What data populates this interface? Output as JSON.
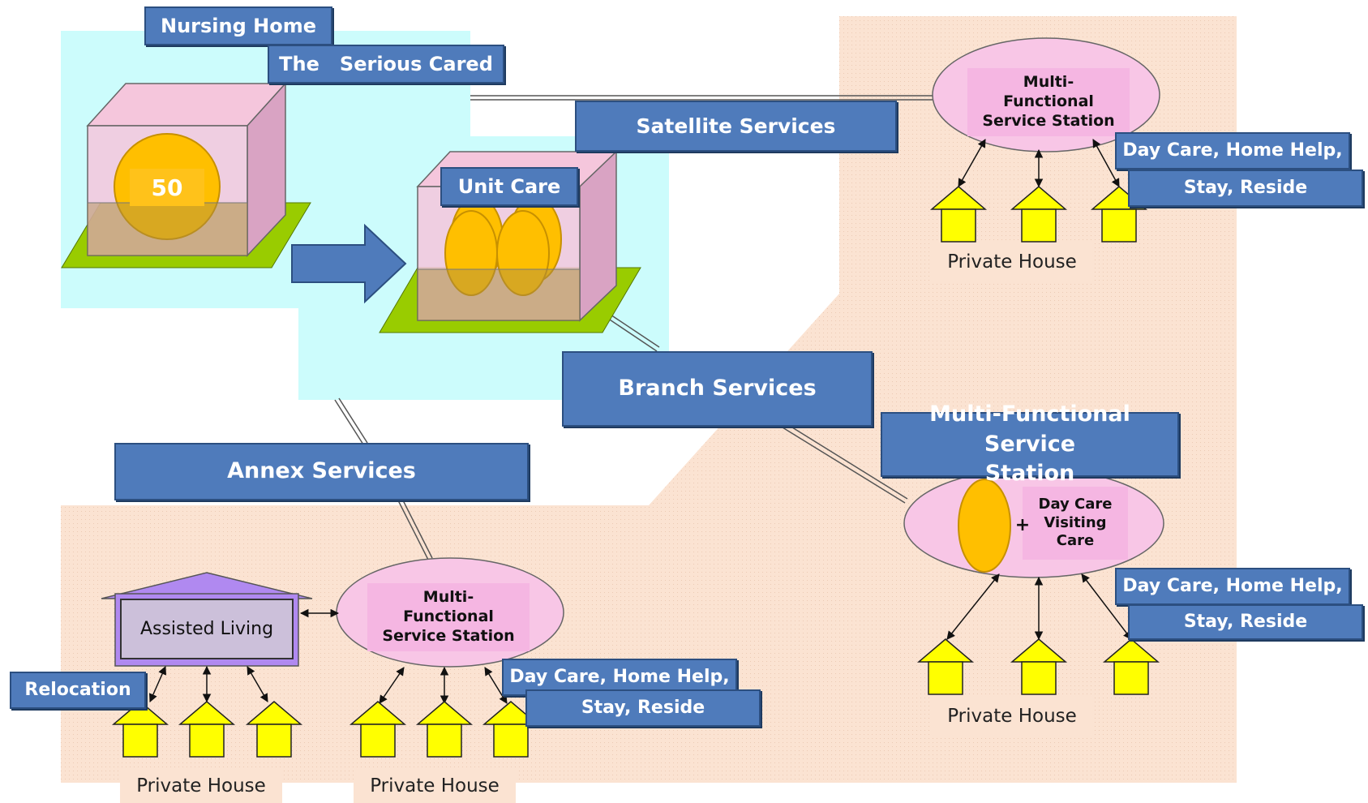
{
  "top": {
    "nursing_home": "Nursing Home",
    "serious_cared": "The   Serious Cared",
    "capacity": "50",
    "unit_care": "Unit Care"
  },
  "services": {
    "satellite": "Satellite Services",
    "branch": "Branch Services",
    "annex": "Annex Services"
  },
  "stations": {
    "satellite_station": "Multi-\nFunctional\nService Station",
    "branch_station_label": "Multi-Functional Service\nStation",
    "branch_station_detail": "Day Care\nVisiting\nCare",
    "plus": "+",
    "annex_station": "Multi-\nFunctional\nService Station"
  },
  "service_tags": {
    "line1": "Day Care, Home Help,",
    "line2": "Stay, Reside"
  },
  "annex": {
    "assisted_living": "Assisted Living",
    "relocation": "Relocation"
  },
  "private_house": "Private House",
  "colors": {
    "label_blue": "#4f7bbb",
    "light_cyan": "#ccfcfc",
    "peach": "#fbe3d2",
    "pink": "#f5b6e2",
    "orange": "#ffbf00",
    "house_yellow": "#ffff00",
    "roof_purple": "#b089f0"
  }
}
